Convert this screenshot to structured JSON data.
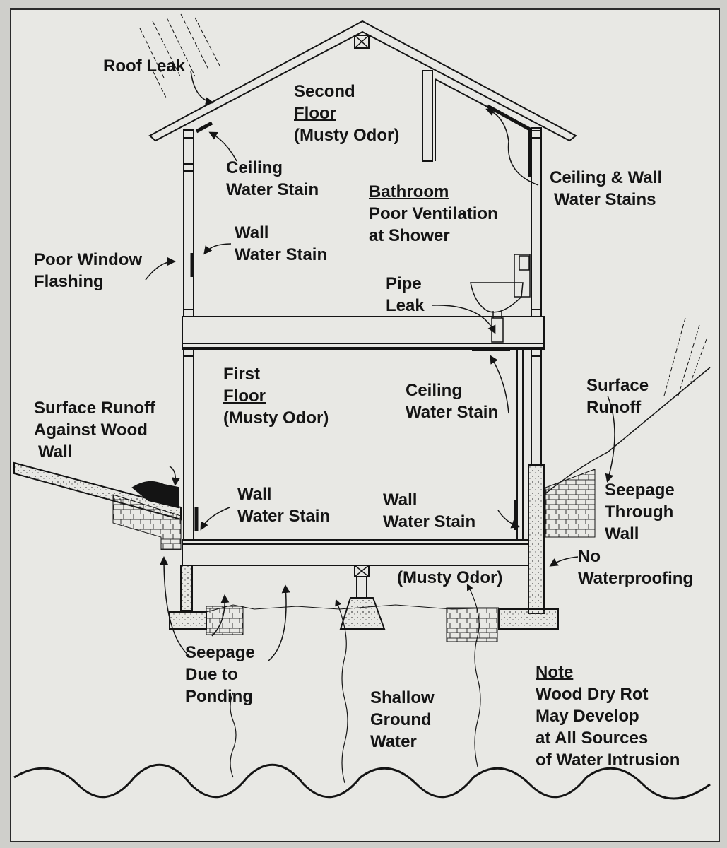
{
  "labels": {
    "roof_leak": "Roof Leak",
    "second_floor": [
      "Second",
      "Floor",
      "(Musty Odor)"
    ],
    "ceiling_water_stain_2": [
      "Ceiling",
      "Water Stain"
    ],
    "bathroom": [
      "Bathroom",
      "Poor Ventilation",
      "at Shower"
    ],
    "ceiling_wall_stains": [
      "Ceiling & Wall",
      "Water Stains"
    ],
    "wall_water_stain_2": [
      "Wall",
      "Water Stain"
    ],
    "poor_window_flashing": [
      "Poor Window",
      "Flashing"
    ],
    "pipe_leak": [
      "Pipe",
      "Leak"
    ],
    "first_floor": [
      "First",
      "Floor",
      "(Musty Odor)"
    ],
    "ceiling_water_stain_1": [
      "Ceiling",
      "Water Stain"
    ],
    "surface_runoff_right": [
      "Surface",
      "Runoff"
    ],
    "surface_runoff_left": [
      "Surface Runoff",
      "Against Wood",
      "Wall"
    ],
    "wall_water_stain_1_left": [
      "Wall",
      "Water Stain"
    ],
    "wall_water_stain_1_right": [
      "Wall",
      "Water Stain"
    ],
    "seepage_through_wall": [
      "Seepage",
      "Through",
      "Wall"
    ],
    "no_waterproofing": [
      "No",
      "Waterproofing"
    ],
    "crawlspace_musty": "(Musty Odor)",
    "seepage_ponding": [
      "Seepage",
      "Due to",
      "Ponding"
    ],
    "shallow_ground_water": [
      "Shallow",
      "Ground",
      "Water"
    ],
    "note": [
      "Note",
      "Wood Dry Rot",
      "May Develop",
      "at All Sources",
      "of Water Intrusion"
    ]
  },
  "colors": {
    "ink": "#141414",
    "paper": "#e8e8e4"
  }
}
